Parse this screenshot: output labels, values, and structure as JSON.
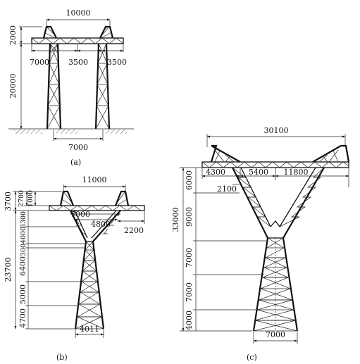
{
  "figure_a": {
    "caption": "(a)",
    "dims": {
      "top_width": "10000",
      "head_height": "2000",
      "body_height": "20000",
      "arm_left": "7000",
      "arm_mid": "3500",
      "arm_right": "3500",
      "base_width": "7000"
    }
  },
  "figure_b": {
    "caption": "(b)",
    "dims": {
      "top_width": "11000",
      "peak_upper": "2700",
      "peak_lower": "1000",
      "head_total": "3700",
      "body_total": "23700",
      "seg_3300": "3300",
      "seg_4000": "4000",
      "seg_300": "300",
      "seg_6400": "6400",
      "seg_5000": "5000",
      "seg_4700": "4700",
      "inner_width": "7000",
      "cross_4800": "4800",
      "arm_2200": "2200",
      "base_width": "4011"
    }
  },
  "figure_c": {
    "caption": "(c)",
    "dims": {
      "top_width": "30100",
      "arm_left": "4300",
      "arm_mid": "5400",
      "arm_right": "11800",
      "offset_2100": "2100",
      "total_height": "33000",
      "seg_6000": "6000",
      "seg_9000": "9000",
      "seg_7000a": "7000",
      "seg_7000b": "7000",
      "seg_4000": "4000",
      "base_width": "7000"
    }
  }
}
